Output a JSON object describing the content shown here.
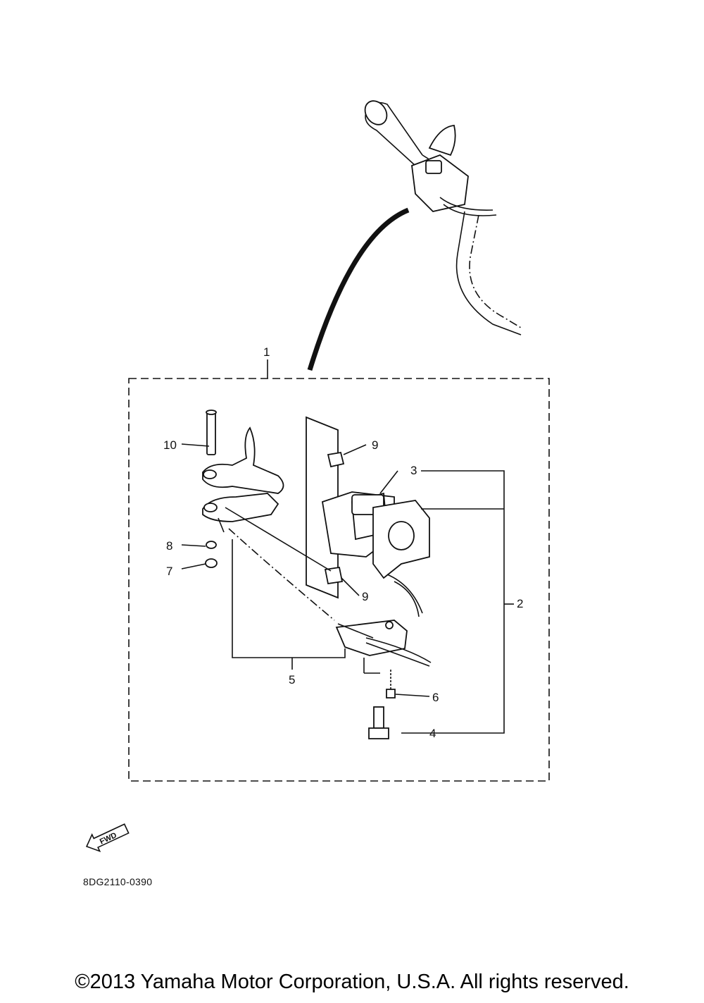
{
  "diagram": {
    "callouts": {
      "c1": "1",
      "c2": "2",
      "c3": "3",
      "c4": "4",
      "c5": "5",
      "c6": "6",
      "c7": "7",
      "c8": "8",
      "c9a": "9",
      "c9b": "9",
      "c10": "10"
    },
    "fwd_label": "FWD",
    "code": "8DG2110-0390"
  },
  "footer": {
    "copyright": "©2013 Yamaha Motor Corporation, U.S.A. All rights reserved."
  }
}
